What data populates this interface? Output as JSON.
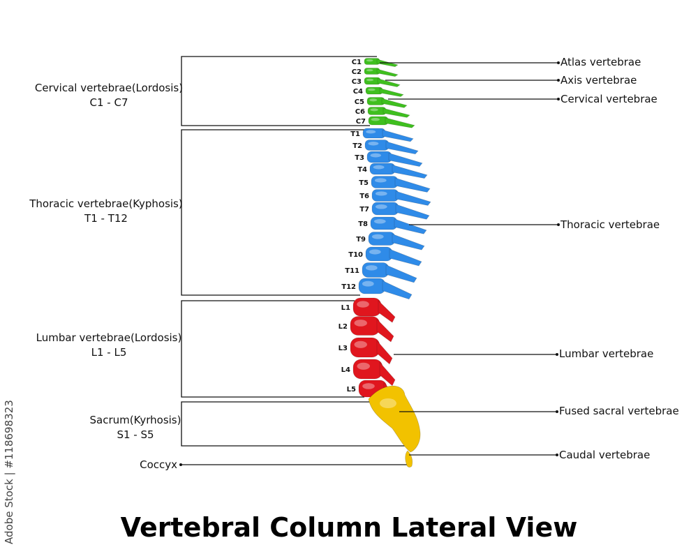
{
  "title": "Vertebral Column Lateral View",
  "watermark": "Adobe Stock | #118698323",
  "colors": {
    "cervical": "#3fbf1f",
    "thoracic": "#2f8be8",
    "lumbar": "#e0161e",
    "sacral": "#f2c200",
    "line": "#111111"
  },
  "regions": [
    {
      "name": "Cervical vertebrae(Lordosis)",
      "range": "C1 - C7"
    },
    {
      "name": "Thoracic vertebrae(Kyphosis)",
      "range": "T1 - T12"
    },
    {
      "name": "Lumbar vertebrae(Lordosis)",
      "range": "L1 - L5"
    },
    {
      "name": "Sacrum(Kyrhosis)",
      "range": "S1 - S5"
    }
  ],
  "coccyx_label": "Coccyx",
  "right_labels": [
    "Atlas vertebrae",
    "Axis vertebrae",
    "Cervical vertebrae",
    "Thoracic vertebrae",
    "Lumbar vertebrae",
    "Fused sacral vertebrae",
    "Caudal vertebrae"
  ],
  "vertebra_labels": {
    "cervical": [
      "C1",
      "C2",
      "C3",
      "C4",
      "C5",
      "C6",
      "C7"
    ],
    "thoracic": [
      "T1",
      "T2",
      "T3",
      "T4",
      "T5",
      "T6",
      "T7",
      "T8",
      "T9",
      "T10",
      "T11",
      "T12"
    ],
    "lumbar": [
      "L1",
      "L2",
      "L3",
      "L4",
      "L5"
    ]
  }
}
